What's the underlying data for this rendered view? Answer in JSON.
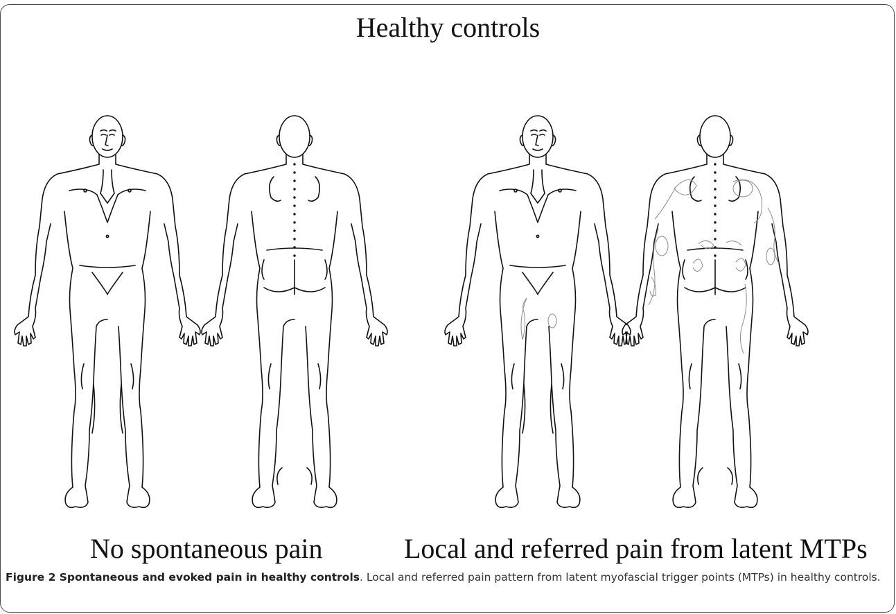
{
  "figure": {
    "title": "Healthy controls",
    "left_panel_label": "No spontaneous pain",
    "right_panel_label": "Local and referred pain from latent MTPs",
    "caption_bold": "Figure 2 Spontaneous and evoked pain in healthy controls",
    "caption_text": ". Local and referred pain pattern from latent myofascial trigger points (MTPs) in healthy controls."
  }
}
